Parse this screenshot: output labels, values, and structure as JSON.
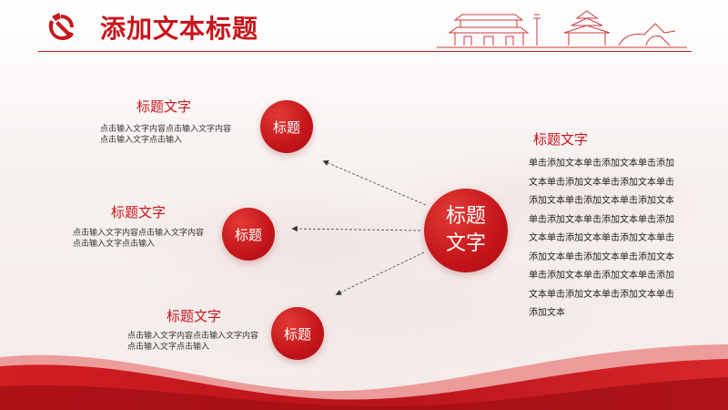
{
  "header": {
    "title": "添加文本标题"
  },
  "center_node": {
    "label": "标题\n文字"
  },
  "left_items": [
    {
      "node_label": "标题",
      "title": "标题文字",
      "desc": "点击输入文字内容点击输入文字内容点击输入文字点击输入"
    },
    {
      "node_label": "标题",
      "title": "标题文字",
      "desc": "点击输入文字内容点击输入文字内容点击输入文字点击输入"
    },
    {
      "node_label": "标题",
      "title": "标题文字",
      "desc": "点击输入文字内容点击输入文字内容点击输入文字点击输入"
    }
  ],
  "right_block": {
    "title": "标题文字",
    "body": "单击添加文本单击添加文本单击添加文本单击添加文本单击添加文本单击添加文本单击添加文本单击添加文本单击添加文本单击添加文本单击添加文本单击添加文本单击添加文本单击添加文本单击添加文本单击添加文本单击添加文本单击添加文本单击添加文本单击添加文本单击添加文本单击添加文本"
  },
  "icons": [
    "party-emblem-icon",
    "tiananmen-landmarks-icon"
  ],
  "colors": {
    "accent": "#c8161d",
    "text": "#333333",
    "background": "#f7f3f1"
  }
}
